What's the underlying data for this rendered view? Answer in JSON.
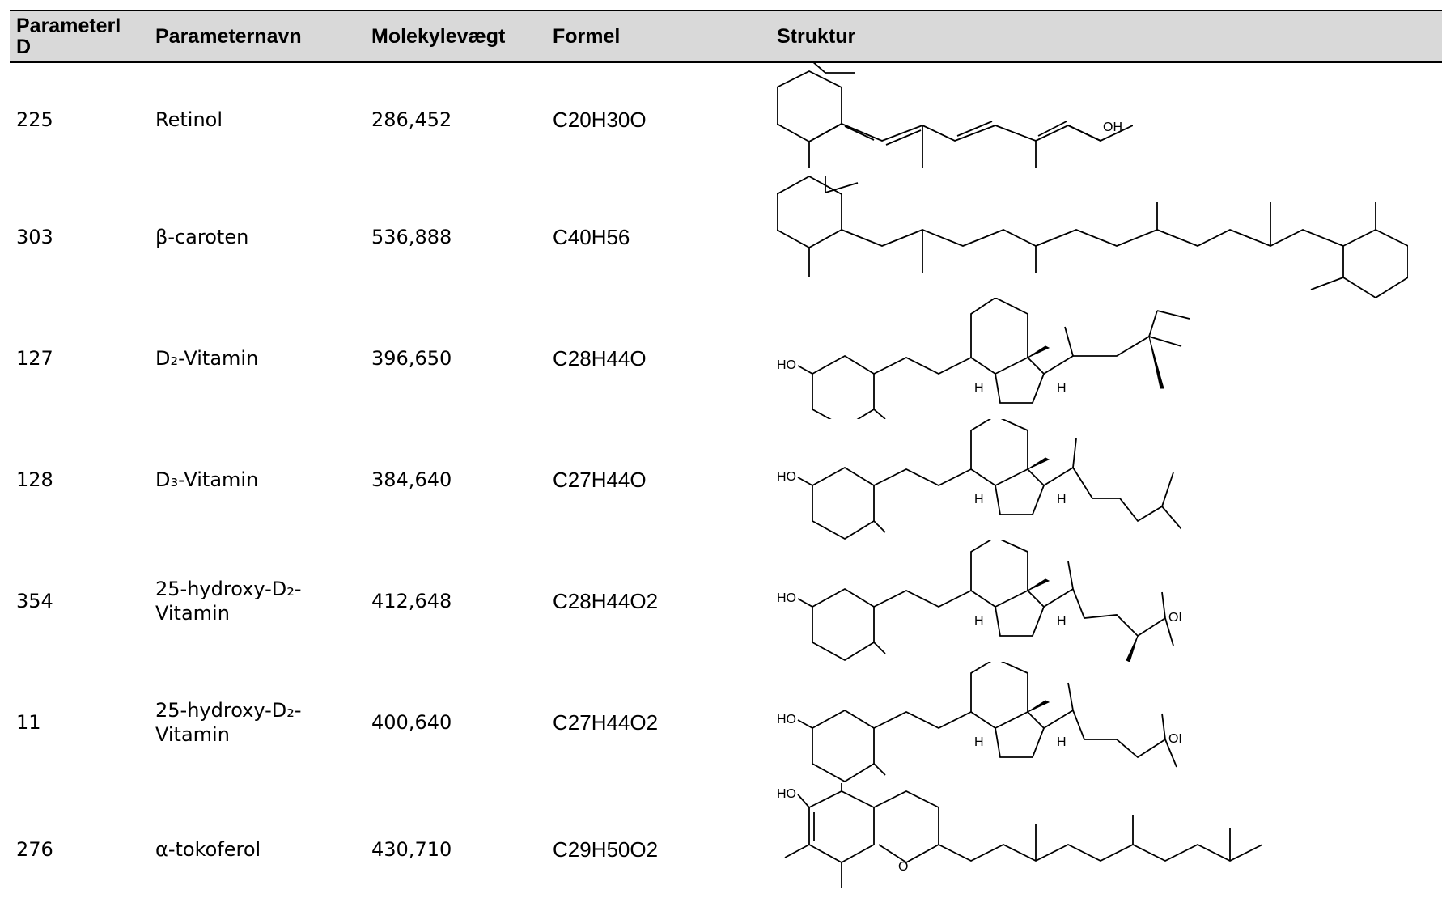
{
  "headers": {
    "id": "ParameterID",
    "name": "Parameternavn",
    "mw": "Molekylevægt",
    "formula": "Formel",
    "structure": "Struktur"
  },
  "rows": [
    {
      "id": "225",
      "name": "Retinol",
      "mw": "286,452",
      "formula": "C20H30O",
      "structure_labels": [
        "OH"
      ]
    },
    {
      "id": "303",
      "name": "β-caroten",
      "mw": "536,888",
      "formula": "C40H56",
      "structure_labels": []
    },
    {
      "id": "127",
      "name": "D₂-Vitamin",
      "mw": "396,650",
      "formula": "C28H44O",
      "structure_labels": [
        "HO",
        "H",
        "H"
      ]
    },
    {
      "id": "128",
      "name": "D₃-Vitamin",
      "mw": "384,640",
      "formula": "C27H44O",
      "structure_labels": [
        "HO",
        "H",
        "H"
      ]
    },
    {
      "id": "354",
      "name": "25-hydroxy-D₂-Vitamin",
      "mw": "412,648",
      "formula": "C28H44O2",
      "structure_labels": [
        "HO",
        "H",
        "H",
        "OH"
      ]
    },
    {
      "id": "11",
      "name": "25-hydroxy-D₂-Vitamin",
      "mw": "400,640",
      "formula": "C27H44O2",
      "structure_labels": [
        "HO",
        "H",
        "H",
        "OH"
      ]
    },
    {
      "id": "276",
      "name": "α-tokoferol",
      "mw": "430,710",
      "formula": "C29H50O2",
      "structure_labels": [
        "HO",
        "O"
      ]
    }
  ]
}
